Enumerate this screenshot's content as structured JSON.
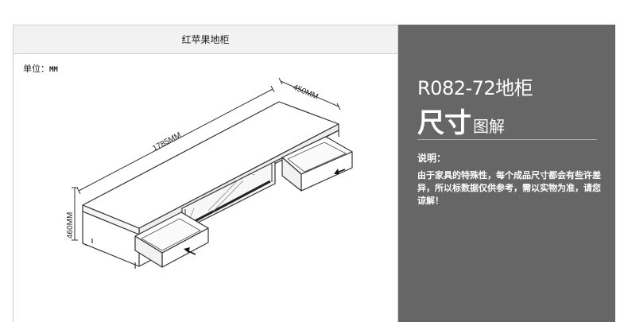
{
  "header": {
    "title": "红苹果地柜"
  },
  "unit": {
    "label": "单位：",
    "value": "MM"
  },
  "dimensions": {
    "length": "1785MM",
    "depth": "450MM",
    "height": "460MM"
  },
  "info": {
    "model": "R082-72地柜",
    "subtitle_big": "尺寸",
    "subtitle_small": "图解",
    "note_heading": "说明：",
    "note_body": "由于家具的特殊性，每个成品尺寸都会有些许差异，所以标数据仅供参考，需以实物为准，请您谅解！"
  },
  "colors": {
    "panel_bg": "#666666",
    "header_bg": "#f2f2f2",
    "line": "#333333"
  }
}
